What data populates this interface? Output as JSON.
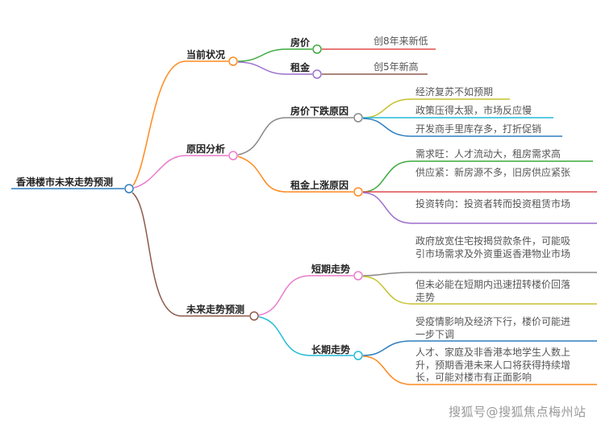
{
  "root": {
    "label": "香港楼市未来走势预测"
  },
  "branches": [
    {
      "label": "当前状况",
      "children": [
        {
          "label": "房价",
          "leaves": [
            "创8年来新低"
          ]
        },
        {
          "label": "租金",
          "leaves": [
            "创5年新高"
          ]
        }
      ]
    },
    {
      "label": "原因分析",
      "children": [
        {
          "label": "房价下跌原因",
          "leaves": [
            "经济复苏不如预期",
            "政策压得太狠，市场反应慢",
            "开发商手里库存多，打折促销"
          ]
        },
        {
          "label": "租金上涨原因",
          "leaves": [
            "需求旺：人才流动大，租房需求高",
            "供应紧：新房源不多，旧房供应紧张",
            "投资转向：投资者转而投资租赁市场"
          ]
        }
      ]
    },
    {
      "label": "未来走势预测",
      "children": [
        {
          "label": "短期走势",
          "leaves": [
            "政府放宽住宅按揭贷款条件，可能吸引市场需求及外资重返香港物业市场",
            "但未必能在短期内迅速扭转楼价回落走势"
          ]
        },
        {
          "label": "长期走势",
          "leaves": [
            "受疫情影响及经济下行，楼价可能进一步下调",
            "人才、家庭及非香港本地学生人数上升，预期香港未来人口将获得持续增长，可能对楼市有正面影响"
          ]
        }
      ]
    }
  ],
  "watermark": "搜狐号@搜狐焦点梅州站",
  "colors": {
    "root": "#2f7fc1",
    "orange": "#ff8a1f",
    "pink": "#ea7ccc",
    "brown": "#8d5b4c",
    "green": "#3caa3c",
    "purple": "#9b6fcc",
    "red": "#e04b4b",
    "gray": "#888888",
    "olive": "#c5c02e",
    "cyan": "#22bcd8",
    "blue": "#2f7fc1"
  }
}
